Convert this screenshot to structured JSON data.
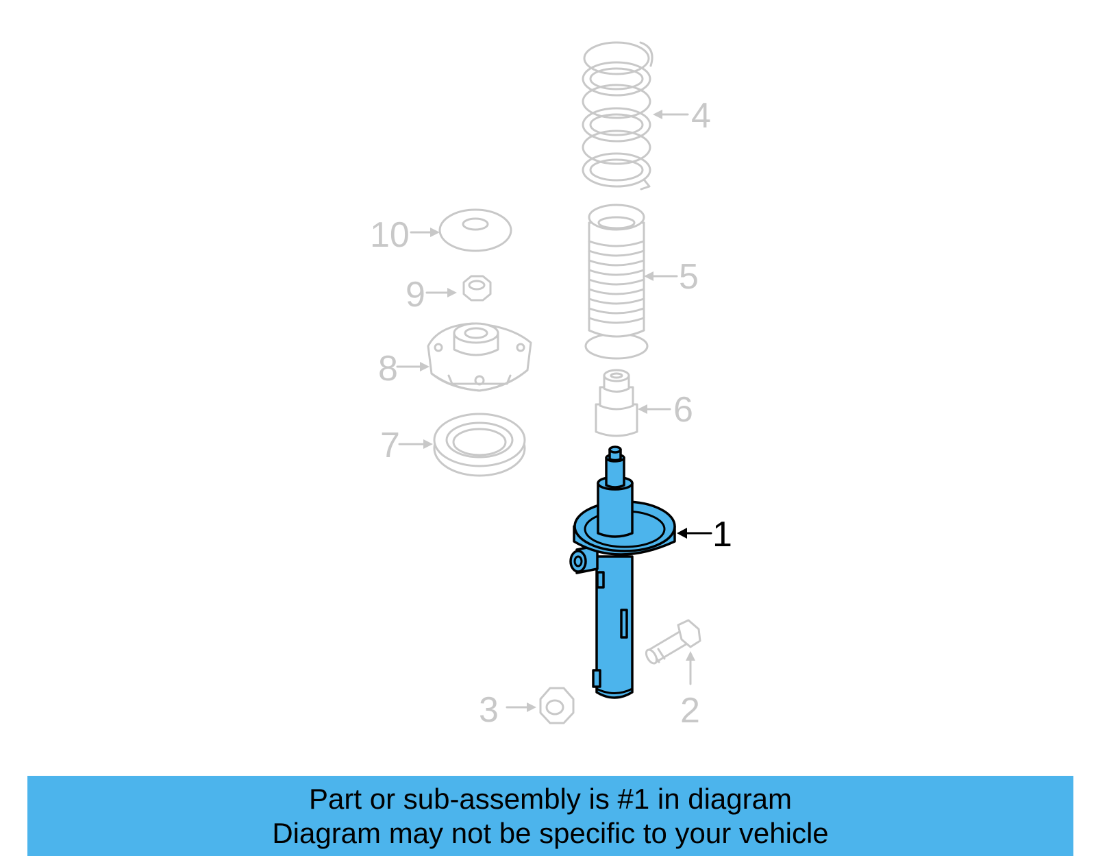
{
  "colors": {
    "highlight": "#4cb4ec",
    "ghost": "#c8c8c8",
    "banner": "#4cb4ec"
  },
  "callouts": {
    "part_1": "1",
    "part_2": "2",
    "part_3": "3",
    "part_4": "4",
    "part_5": "5",
    "part_6": "6",
    "part_7": "7",
    "part_8": "8",
    "part_9": "9",
    "part_10": "10"
  },
  "banner": {
    "line1": "Part or sub-assembly is #1 in diagram",
    "line2": "Diagram may not be specific to your vehicle"
  }
}
